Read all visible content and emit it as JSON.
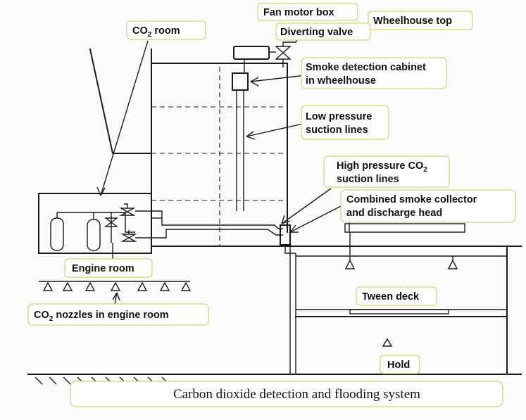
{
  "labels": {
    "fan_motor_box": "Fan motor box",
    "wheelhouse_top": "Wheelhouse top",
    "co2_room": "CO",
    "co2_room_sub": "2",
    "co2_room_tail": " room",
    "diverting_valve": "Diverting valve",
    "smoke_cabinet_l1": "Smoke detection cabinet",
    "smoke_cabinet_l2": "in wheelhouse",
    "low_pressure_l1": "Low pressure",
    "low_pressure_l2": "suction lines",
    "high_pressure_l1": "High pressure CO",
    "high_pressure_sub": "2",
    "high_pressure_l2": "suction lines",
    "combined_l1": "Combined smoke collector",
    "combined_l2": "and discharge head",
    "engine_room": "Engine room",
    "tween_deck": "Tween deck",
    "hold": "Hold",
    "nozzles_pre": "CO",
    "nozzles_sub": "2",
    "nozzles_tail": " nozzles in engine room"
  },
  "caption": "Carbon dioxide detection and flooding system",
  "colors": {
    "line": "#1a1a1a",
    "label_border": "#c9d77a",
    "label_fill": "#ffffff"
  }
}
